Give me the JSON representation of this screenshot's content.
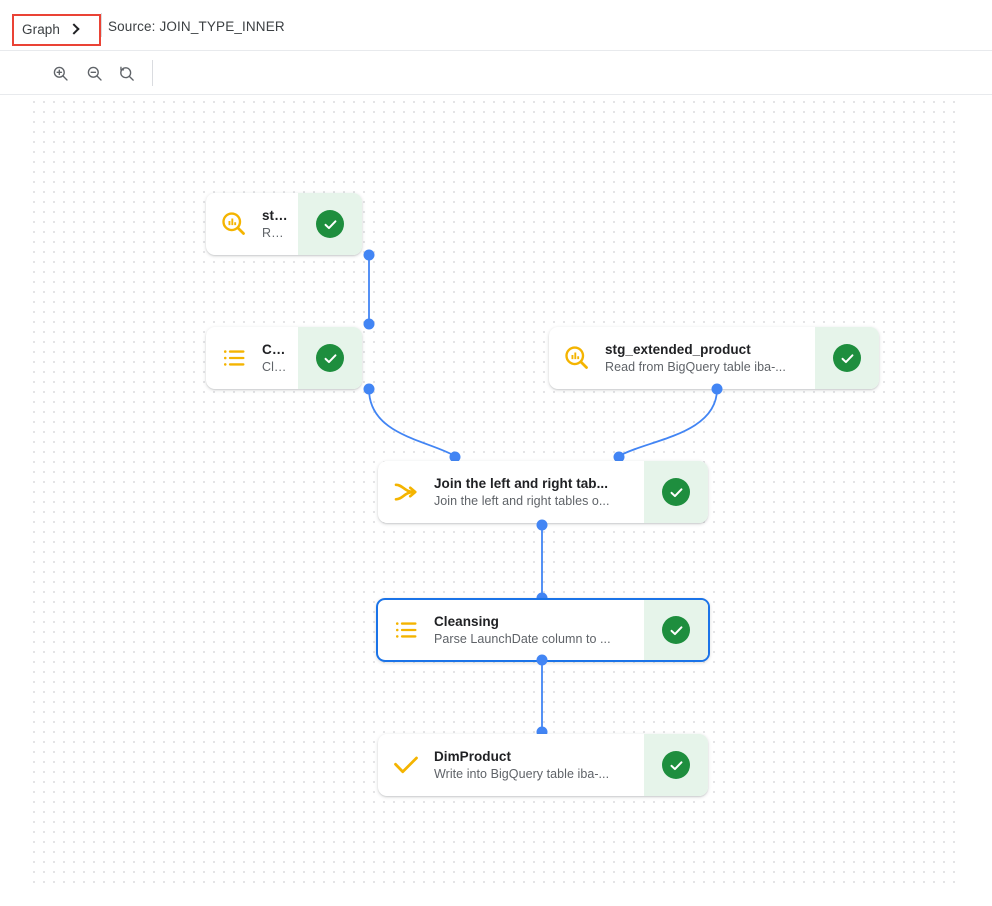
{
  "header": {
    "breadcrumb_label": "Graph",
    "chevron_icon": "chevron-right-icon",
    "source_text": "Source: JOIN_TYPE_INNER",
    "highlight_color": "#ea4335"
  },
  "toolbar": {
    "zoom_in_icon": "zoom-in-icon",
    "zoom_out_icon": "zoom-out-icon",
    "zoom_reset_icon": "zoom-reset-icon"
  },
  "canvas": {
    "grid": "dotted",
    "edge_color": "#4285f4",
    "selected_border_color": "#1a73e8",
    "status_badge_bg": "#e6f4ea",
    "status_badge_fg": "#1e8e3e",
    "icon_color": "#f4b400"
  },
  "nodes": [
    {
      "id": "stg_product",
      "title": "stg_product",
      "subtitle": "Read from BigQuery table iba-...",
      "icon": "bigquery-read-icon",
      "status": "success",
      "selected": false
    },
    {
      "id": "cleansing_1",
      "title": "Cleansing",
      "subtitle": "Cleanse the Price, Product, an...",
      "icon": "cleansing-list-icon",
      "status": "success",
      "selected": false
    },
    {
      "id": "stg_extended_product",
      "title": "stg_extended_product",
      "subtitle": "Read from BigQuery table iba-...",
      "icon": "bigquery-read-icon",
      "status": "success",
      "selected": false
    },
    {
      "id": "join",
      "title": "Join the left and right tab...",
      "subtitle": "Join the left and right tables o...",
      "icon": "join-merge-icon",
      "status": "success",
      "selected": false
    },
    {
      "id": "cleansing_2",
      "title": "Cleansing",
      "subtitle": "Parse LaunchDate column to ...",
      "icon": "cleansing-list-icon",
      "status": "success",
      "selected": true
    },
    {
      "id": "dim_product",
      "title": "DimProduct",
      "subtitle": "Write into BigQuery table iba-...",
      "icon": "bigquery-write-icon",
      "status": "success",
      "selected": false
    }
  ]
}
